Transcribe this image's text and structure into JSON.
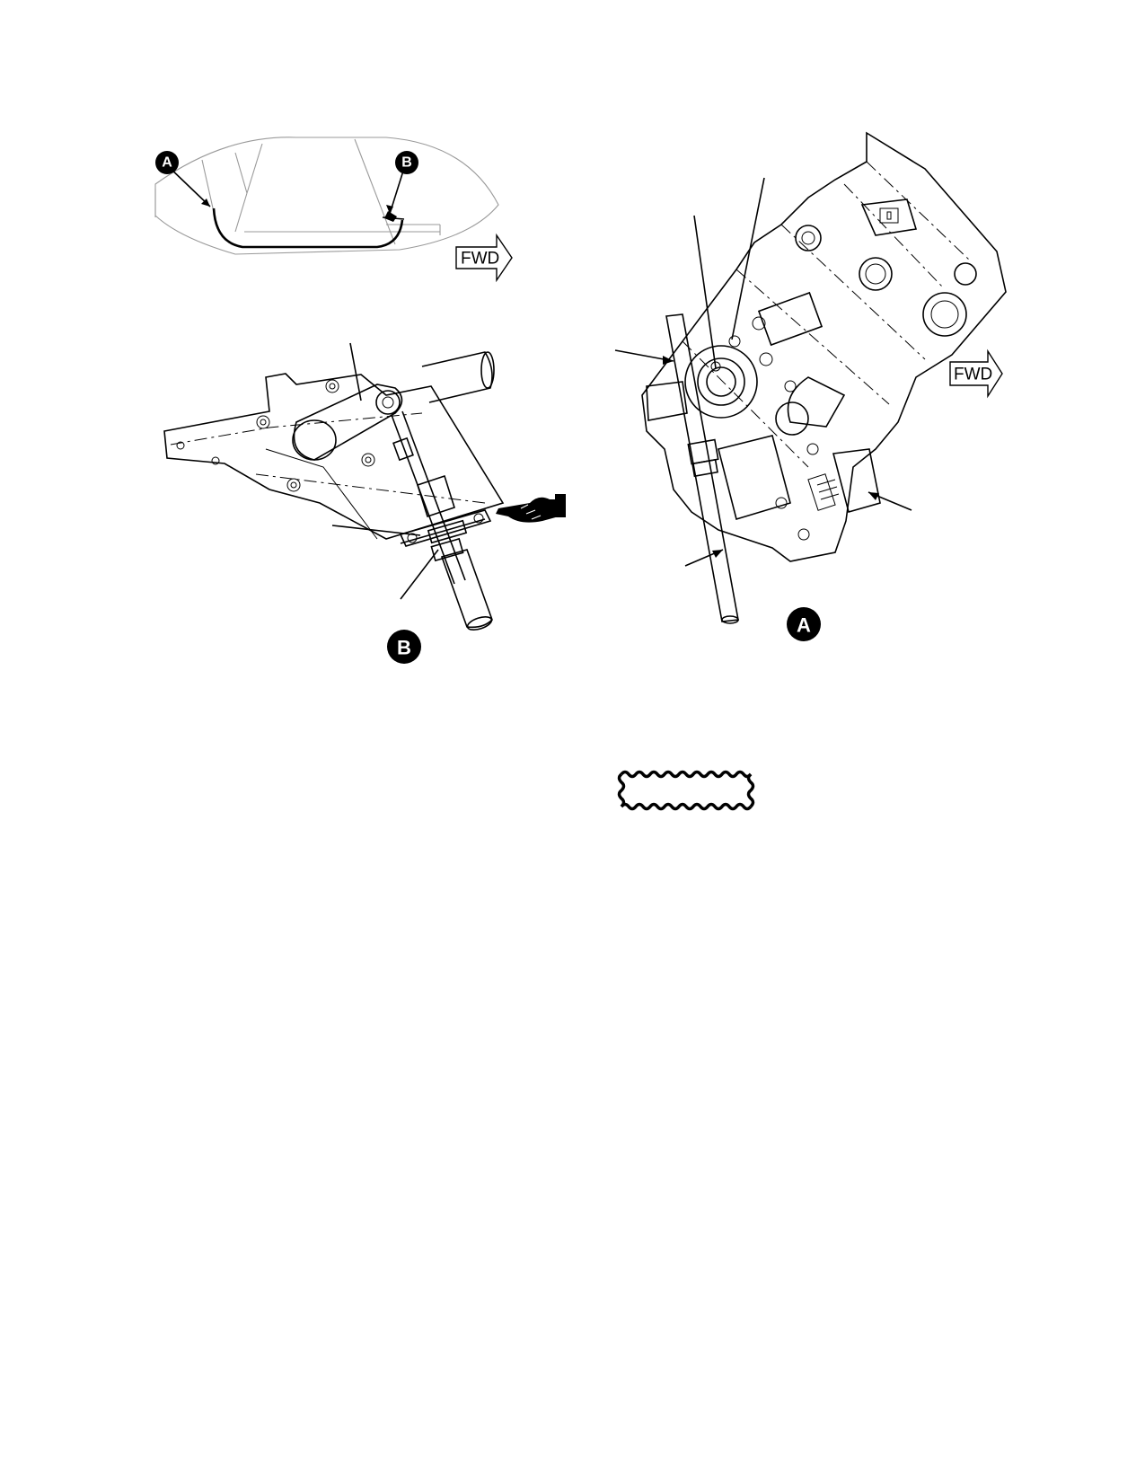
{
  "callouts": {
    "a": "A",
    "b": "B"
  },
  "detail_labels": {
    "a": "A",
    "b": "B"
  },
  "direction_arrows": {
    "overview": "FWD",
    "detail_a": "FWD"
  },
  "icons": {
    "pointer": "pointing-hand-icon",
    "stamp": "wavy-border-stamp"
  },
  "colors": {
    "line": "#000000",
    "ghost": "#9a9a9a",
    "badge_fill": "#000000",
    "badge_text": "#ffffff"
  }
}
